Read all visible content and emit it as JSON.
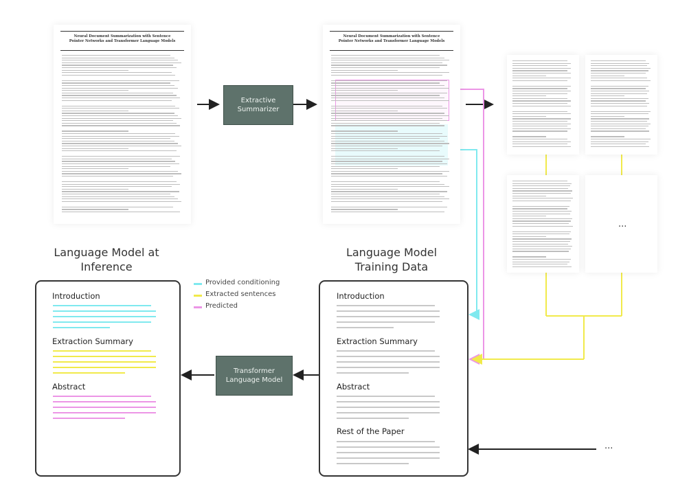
{
  "paper": {
    "title_line1": "Neural Document Summarization with Sentence",
    "title_line2": "Pointer Networks and Transformer Language Models"
  },
  "models": {
    "extractive": "Extractive Summarizer",
    "transformer": "Transformer Language Model"
  },
  "headings": {
    "inference": "Language Model at Inference",
    "training": "Language Model Training Data"
  },
  "legend": [
    {
      "label": "Provided conditioning",
      "color": "#7fe9ef"
    },
    {
      "label": "Extracted sentences",
      "color": "#f1ea4a"
    },
    {
      "label": "Predicted",
      "color": "#ec95e6"
    }
  ],
  "inference_panel": {
    "sections": [
      "Introduction",
      "Extraction Summary",
      "Abstract"
    ]
  },
  "training_panel": {
    "sections": [
      "Introduction",
      "Extraction Summary",
      "Abstract",
      "Rest of the Paper"
    ]
  },
  "ellipsis": {
    "grid": "...",
    "bottom": "..."
  },
  "colors": {
    "cyan": "#7fe9ef",
    "yellow": "#f1ea4a",
    "magenta": "#ec95e6",
    "model_box": "#5e726b"
  }
}
